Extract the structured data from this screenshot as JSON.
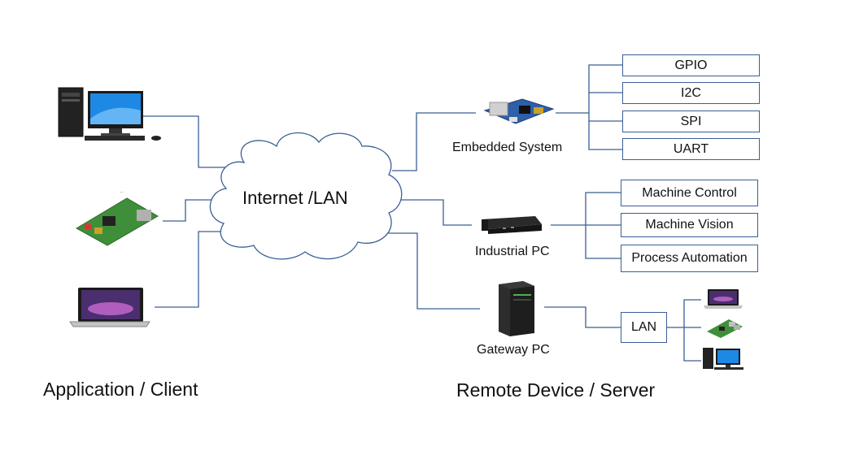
{
  "diagram": {
    "cloud_label": "Internet /LAN",
    "sections": {
      "client": "Application / Client",
      "server": "Remote Device / Server"
    },
    "clients": [
      {
        "icon": "desktop-computer-icon"
      },
      {
        "icon": "raspberry-pi-board-icon"
      },
      {
        "icon": "laptop-icon"
      }
    ],
    "servers": [
      {
        "label": "Embedded System",
        "icon": "embedded-board-icon",
        "children": [
          "GPIO",
          "I2C",
          "SPI",
          "UART"
        ]
      },
      {
        "label": "Industrial PC",
        "icon": "industrial-pc-icon",
        "children": [
          "Machine Control",
          "Machine Vision",
          "Process Automation"
        ]
      },
      {
        "label": "Gateway PC",
        "icon": "tower-server-icon",
        "children": [
          "LAN"
        ]
      }
    ],
    "lan_devices": [
      {
        "icon": "laptop-icon"
      },
      {
        "icon": "raspberry-pi-board-icon"
      },
      {
        "icon": "desktop-computer-icon"
      }
    ],
    "colors": {
      "lines": "#3b5f95",
      "box_border": "#3b5f95",
      "text": "#111111"
    }
  }
}
